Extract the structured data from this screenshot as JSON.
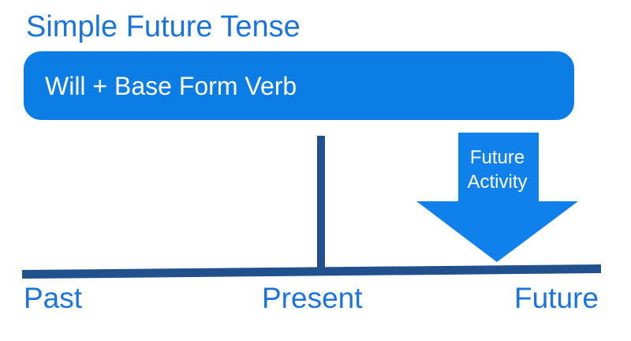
{
  "title": "Simple Future Tense",
  "formula_box": {
    "text": "Will + Base Form Verb"
  },
  "arrow": {
    "label_line1": "Future",
    "label_line2": "Activity"
  },
  "timeline": {
    "labels": {
      "past": "Past",
      "present": "Present",
      "future": "Future"
    }
  },
  "colors": {
    "box-blue": "#0d7de6",
    "arrow-blue": "#1081ea",
    "text-blue": "#1a74dd",
    "axis-blue": "#21518c",
    "box-text": "#ffffff",
    "background": "#ffffff"
  }
}
